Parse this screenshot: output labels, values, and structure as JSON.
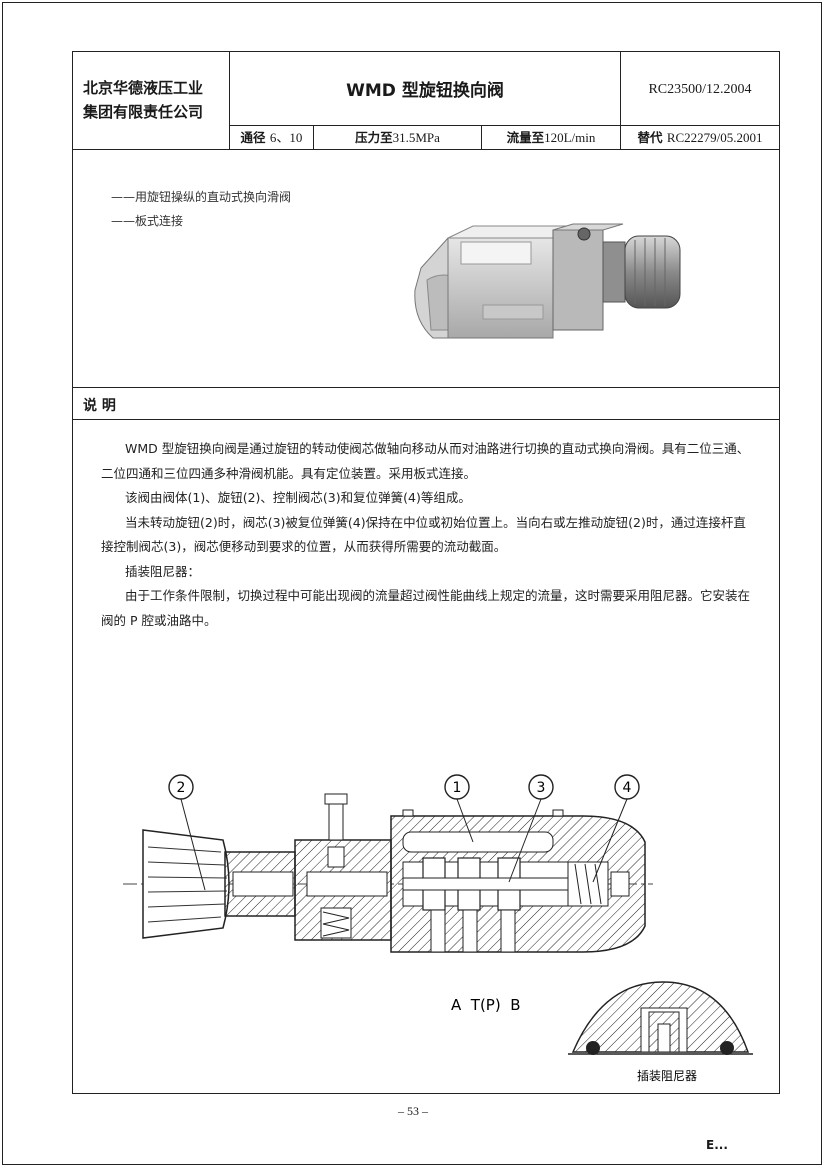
{
  "header": {
    "company_line1": "北京华德液压工业",
    "company_line2": "集团有限责任公司",
    "title": "WMD 型旋钮换向阀",
    "code": "RC23500/12.2004",
    "spec_diameter_label": "通径",
    "spec_diameter_value": "6、10",
    "spec_pressure_label": "压力至",
    "spec_pressure_value": "31.5MPa",
    "spec_flow_label": "流量至",
    "spec_flow_value": "120L/min",
    "spec_replace_label": "替代",
    "spec_replace_value": "RC22279/05.2001"
  },
  "features": [
    "——用旋钮操纵的直动式换向滑阀",
    "——板式连接"
  ],
  "section_title": "说 明",
  "description": [
    "WMD 型旋钮换向阀是通过旋钮的转动使阀芯做轴向移动从而对油路进行切换的直动式换向滑阀。具有二位三通、二位四通和三位四通多种滑阀机能。具有定位装置。采用板式连接。",
    "该阀由阀体(1)、旋钮(2)、控制阀芯(3)和复位弹簧(4)等组成。",
    "当未转动旋钮(2)时，阀芯(3)被复位弹簧(4)保持在中位或初始位置上。当向右或左推动旋钮(2)时，通过连接杆直接控制阀芯(3)，阀芯便移动到要求的位置，从而获得所需要的流动截面。",
    "插装阻尼器：",
    "由于工作条件限制，切换过程中可能出现阀的流量超过阀性能曲线上规定的流量，这时需要采用阻尼器。它安装在阀的 P 腔或油路中。"
  ],
  "drawing": {
    "callouts": [
      "2",
      "1",
      "3",
      "4"
    ],
    "port_labels": "A  T(P)  B",
    "damper_caption": "插装阻尼器"
  },
  "footer": {
    "page_number": "– 53 –",
    "mark": "E..."
  }
}
